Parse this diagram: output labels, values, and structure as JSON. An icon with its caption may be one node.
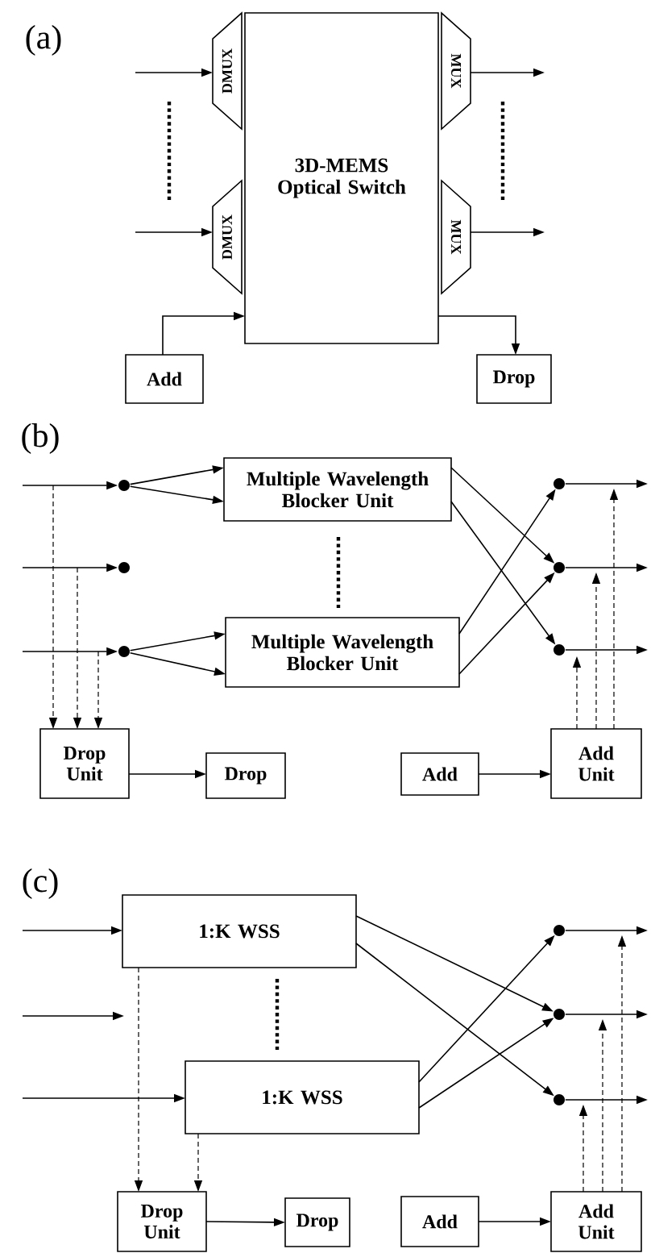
{
  "diagram": {
    "nodes": [
      {
        "text": [
          "3D-MEMS Optical Switch"
        ]
      },
      {
        "text": [
          "DMUX"
        ]
      },
      {
        "text": [
          "DMUX"
        ]
      },
      {
        "text": [
          "MUX"
        ]
      },
      {
        "text": [
          "MUX"
        ]
      },
      {
        "text": [
          "Add"
        ]
      },
      {
        "text": [
          "Drop"
        ]
      },
      {
        "text": [],
        "shape": "circle"
      },
      {
        "text": [],
        "shape": "circle"
      },
      {
        "text": [],
        "shape": "circle"
      },
      {
        "text": [
          "Multiple Wavelength Blocker Unit"
        ]
      },
      {
        "text": [
          "Multiple Wavelength Blocker Unit"
        ]
      },
      {
        "text": [],
        "shape": "circle"
      },
      {
        "text": [],
        "shape": "circle"
      },
      {
        "text": [],
        "shape": "circle"
      },
      {
        "text": [
          "Drop Unit"
        ]
      },
      {
        "text": [
          "Drop"
        ]
      },
      {
        "text": [
          "Add"
        ]
      },
      {
        "text": [
          "Add Unit"
        ]
      },
      {
        "text": [
          "1:K WSS"
        ]
      },
      {
        "text": [
          "1:K WSS"
        ]
      },
      {
        "text": [],
        "shape": "circle"
      },
      {
        "text": [],
        "shape": "circle"
      },
      {
        "text": [],
        "shape": "circle"
      },
      {
        "text": [
          "Drop Unit"
        ]
      },
      {
        "text": [
          "Drop"
        ]
      },
      {
        "text": [
          "Add"
        ]
      },
      {
        "text": [
          "Add Unit"
        ]
      }
    ],
    "edges": [
      {
        "from": null,
        "to": 1,
        "arrow": "to"
      },
      {
        "from": null,
        "to": 2,
        "arrow": "to"
      },
      {
        "from": 3,
        "to": null,
        "arrow": "to"
      },
      {
        "from": 4,
        "to": null,
        "arrow": "to"
      },
      {
        "from": 5,
        "to": 0,
        "arrow": "to"
      },
      {
        "from": 0,
        "to": 6,
        "arrow": "to"
      },
      {
        "from": null,
        "to": 7,
        "arrow": "to"
      },
      {
        "from": null,
        "to": 8,
        "arrow": "to"
      },
      {
        "from": null,
        "to": 9,
        "arrow": "to"
      },
      {
        "from": 7,
        "to": 10,
        "arrow": "to"
      },
      {
        "from": 7,
        "to": 10,
        "arrow": "to"
      },
      {
        "from": 9,
        "to": 11,
        "arrow": "to"
      },
      {
        "from": 9,
        "to": 11,
        "arrow": "to"
      },
      {
        "from": 10,
        "to": 13,
        "arrow": "to"
      },
      {
        "from": 10,
        "to": 14,
        "arrow": "to"
      },
      {
        "from": 11,
        "to": 12,
        "arrow": "to"
      },
      {
        "from": 11,
        "to": 13,
        "arrow": "to"
      },
      {
        "from": 12,
        "to": null,
        "arrow": "to"
      },
      {
        "from": 13,
        "to": null,
        "arrow": "to"
      },
      {
        "from": 14,
        "to": null,
        "arrow": "to"
      },
      {
        "from": null,
        "to": 15,
        "arrow": "to",
        "style": "dashed"
      },
      {
        "from": null,
        "to": 15,
        "arrow": "to",
        "style": "dashed"
      },
      {
        "from": null,
        "to": 15,
        "arrow": "to",
        "style": "dashed"
      },
      {
        "from": 15,
        "to": 16,
        "arrow": "to"
      },
      {
        "from": 17,
        "to": 18,
        "arrow": "to"
      },
      {
        "from": 18,
        "to": 14,
        "arrow": "to",
        "style": "dashed"
      },
      {
        "from": 18,
        "to": 13,
        "arrow": "to",
        "style": "dashed"
      },
      {
        "from": 18,
        "to": 12,
        "arrow": "to",
        "style": "dashed"
      },
      {
        "from": null,
        "to": 19,
        "arrow": "to"
      },
      {
        "from": null,
        "to": 20,
        "arrow": "to"
      },
      {
        "from": 19,
        "to": 22,
        "arrow": "to"
      },
      {
        "from": 19,
        "to": 23,
        "arrow": "to"
      },
      {
        "from": 20,
        "to": 21,
        "arrow": "to"
      },
      {
        "from": 20,
        "to": 22,
        "arrow": "to"
      },
      {
        "from": 21,
        "to": null,
        "arrow": "to"
      },
      {
        "from": 22,
        "to": null,
        "arrow": "to"
      },
      {
        "from": 23,
        "to": null,
        "arrow": "to"
      },
      {
        "from": 19,
        "to": 24,
        "arrow": "to",
        "style": "dashed"
      },
      {
        "from": 20,
        "to": 24,
        "arrow": "to",
        "style": "dashed"
      },
      {
        "from": 24,
        "to": 25,
        "arrow": "to"
      },
      {
        "from": 26,
        "to": 27,
        "arrow": "to"
      },
      {
        "from": 27,
        "to": 23,
        "arrow": "to",
        "style": "dashed"
      },
      {
        "from": 27,
        "to": 22,
        "arrow": "to",
        "style": "dashed"
      },
      {
        "from": 27,
        "to": 21,
        "arrow": "to",
        "style": "dashed"
      }
    ],
    "labels": [
      "(a)",
      "(b)",
      "(c)"
    ]
  }
}
